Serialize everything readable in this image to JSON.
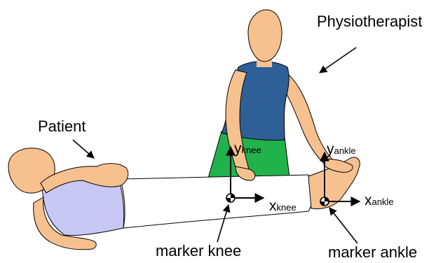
{
  "labels": {
    "physiotherapist": "Physiotherapist",
    "patient": "Patient",
    "marker_knee": "marker knee",
    "marker_ankle": "marker ankle"
  },
  "axes": {
    "y_knee_main": "y",
    "y_knee_sub": "knee",
    "x_knee_main": "x",
    "x_knee_sub": "knee",
    "y_ankle_main": "y",
    "y_ankle_sub": "ankle",
    "x_ankle_main": "x",
    "x_ankle_sub": "ankle"
  },
  "colors": {
    "skin": "#f7c18f",
    "shirt_physio": "#2e5f97",
    "pants_physio": "#22b24c",
    "shirt_patient": "#c8c8f4",
    "pants_patient": "#ffffff",
    "outline": "#000000"
  }
}
